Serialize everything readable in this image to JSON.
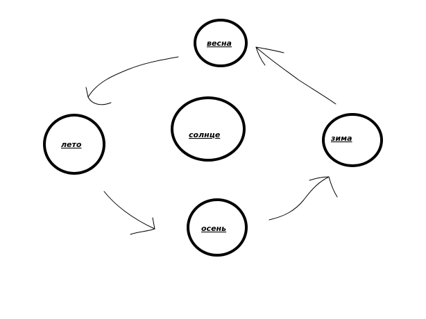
{
  "diagram": {
    "nodes": {
      "spring": {
        "label": "весна"
      },
      "summer": {
        "label": "лето"
      },
      "sun": {
        "label": "солнце"
      },
      "winter": {
        "label": "зима"
      },
      "autumn": {
        "label": "осень"
      }
    },
    "edges": [
      {
        "from": "spring",
        "to": "summer"
      },
      {
        "from": "summer",
        "to": "autumn"
      },
      {
        "from": "autumn",
        "to": "winter"
      },
      {
        "from": "winter",
        "to": "spring"
      }
    ],
    "colors": {
      "background": "#ffffff",
      "ink": "#000000"
    }
  }
}
